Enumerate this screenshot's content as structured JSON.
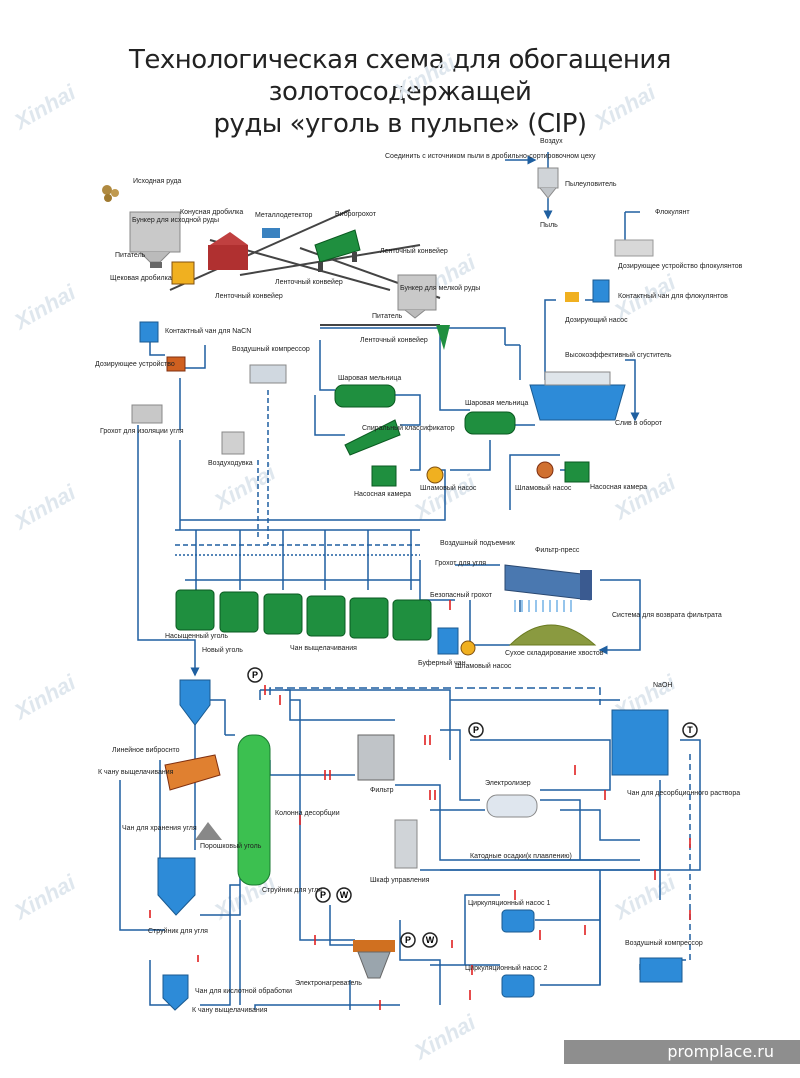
{
  "title": {
    "line1": "Технологическая схема для обогащения золотосодержащей",
    "line2": "руды «уголь в пульпе» (CIP)"
  },
  "watermark": "Xinhai",
  "footer": "promplace.ru",
  "colors": {
    "pipe": "#1f5fa0",
    "tank_green": "#1f8f3f",
    "equip_blue": "#2d8bd8",
    "red_valve": "#e02020",
    "steel": "#9aa5ad",
    "yellow": "#f0b020"
  },
  "labels": {
    "ore": "Исходная руда",
    "bunker1": "Бункер для исходной руды",
    "cone_crusher": "Конусная дробилка",
    "metal_detector": "Металлодетектор",
    "vibro_screen": "Виброгрохот",
    "feeder1": "Питатель",
    "jaw_crusher": "Щековая дробилка",
    "belt1": "Ленточный конвейер",
    "belt2": "Ленточный конвейер",
    "belt3": "Ленточный конвейер",
    "bunker2": "Бункер для мелкой руды",
    "feeder2": "Питатель",
    "belt4": "Ленточный конвейер",
    "dust_source": "Соединить с источником пыли в дробильно-сортировочном цеху",
    "air": "Воздух",
    "dust_collector": "Пылеуловитель",
    "dust": "Пыль",
    "flocculant": "Флокулянт",
    "floc_doser": "Дозирующее устройство флокулянтов",
    "floc_tank": "Контактный чан для флокулянтов",
    "dosing_pump": "Дозирующий насос",
    "thickener": "Высокоэффективный сгуститель",
    "overflow": "Слив в оборот",
    "nacn_tank": "Контактный чан для NaCN",
    "doser": "Дозирующее устройство",
    "air_compressor1": "Воздушный компрессор",
    "ball_mill1": "Шаровая мельница",
    "spiral": "Спиральный классификатор",
    "ball_mill2": "Шаровая мельница",
    "screen_carbon": "Грохот для изоляции угля",
    "blower": "Воздуходувка",
    "pump_box1": "Насосная камера",
    "slurry_pump1": "Шламовый насос",
    "slurry_pump2": "Шламовый насос",
    "pump_box2": "Насосная камера",
    "air_lift": "Воздушный подъемник",
    "filter_press": "Фильтр-пресс",
    "carbon_screen": "Грохот для угля",
    "safety_screen": "Безопасный грохот",
    "loaded_carbon": "Насыщенный уголь",
    "new_carbon": "Новый уголь",
    "leach_tanks": "Чан выщелачивания",
    "buffer_tank": "Буферный чан",
    "slurry_pump3": "Шламовый насос",
    "dry_tailings": "Сухое складирование хвостов",
    "filtrate_return": "Система для возврата фильтрата",
    "naoh": "NaOH",
    "linear_screen": "Линейное виброснто",
    "to_leach1": "К чану выщелачивания",
    "carbon_storage": "Чан для хранения угля",
    "powder_carbon": "Порошковый уголь",
    "column": "Колонна десорбции",
    "filter": "Фильтр",
    "electrolyzer": "Электролизер",
    "desorption_tank": "Чан для десорбционного раствора",
    "cathode": "Катодные осадки(к плавлению)",
    "control": "Шкаф управления",
    "eductor1": "Струйник для угля",
    "eductor2": "Струйник для угля",
    "circ_pump1": "Циркуляционный насос 1",
    "circ_pump2": "Циркуляционный насос 2",
    "air_compressor2": "Воздушный компрессор",
    "heater": "Электронагреватель",
    "acid_tank": "Чан для кислотной обработки",
    "to_leach2": "К чану выщелачивания",
    "gauge_p": "P",
    "gauge_t": "T",
    "gauge_w": "W"
  }
}
